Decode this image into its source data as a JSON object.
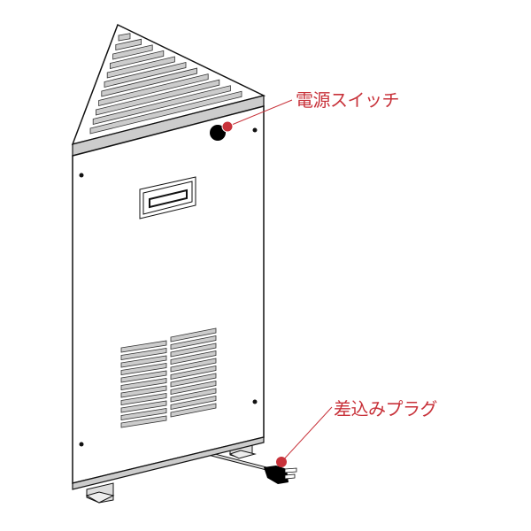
{
  "labels": {
    "power_switch": "電源スイッチ",
    "plug": "差込みプラグ"
  },
  "colors": {
    "accent": "#c8323a",
    "outline": "#111111",
    "slat_fill": "#cccccc",
    "body_fill": "#ffffff"
  },
  "icons": [
    "power-switch-knob",
    "power-plug-icon"
  ]
}
